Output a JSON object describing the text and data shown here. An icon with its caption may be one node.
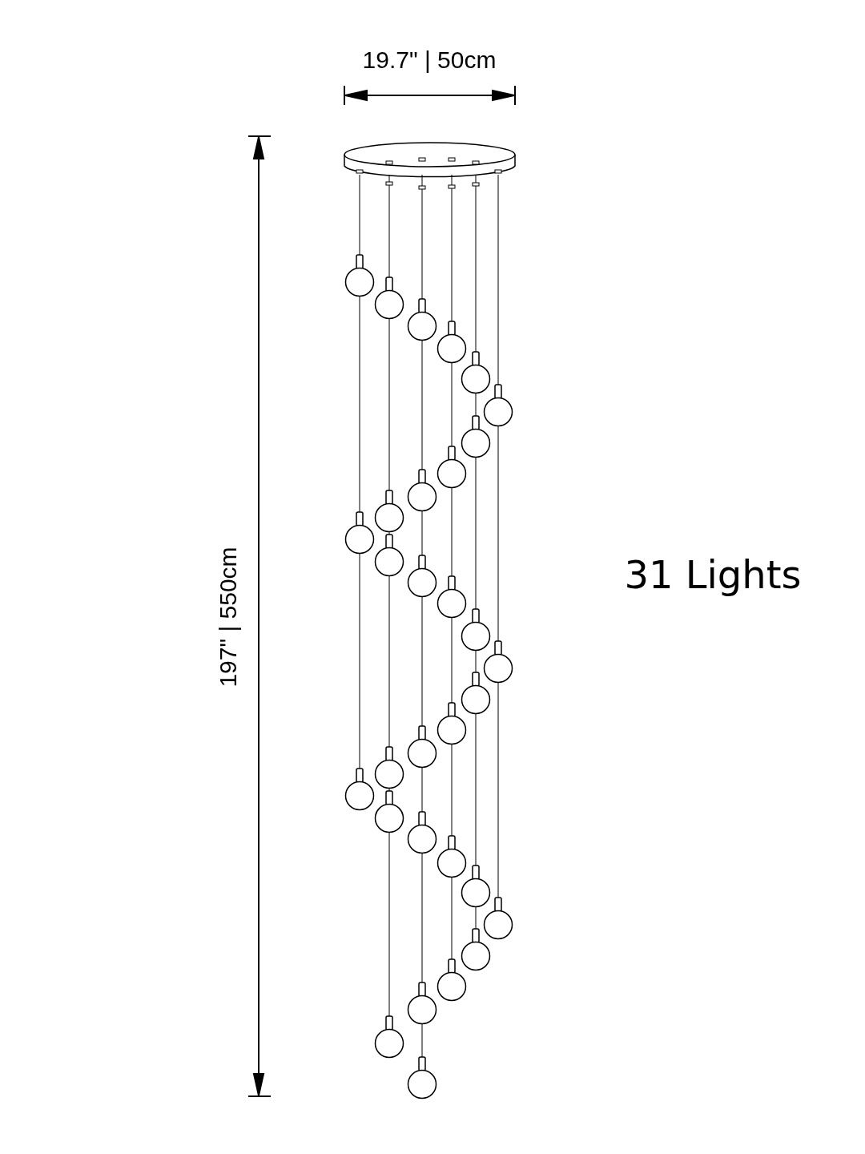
{
  "diagram": {
    "labels": [
      "19.7\" | 50cm",
      "197\" | 550cm",
      "31 Lights"
    ]
  }
}
